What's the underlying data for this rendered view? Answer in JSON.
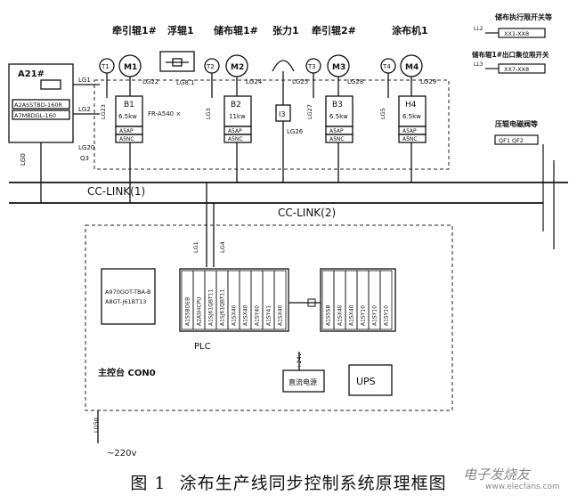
{
  "stations": [
    {
      "label": "牵引辊1#",
      "motor": "M1",
      "sensor": "T1",
      "lg": "LG22",
      "box": "B1",
      "power": "6.5kw",
      "tag": "LG23"
    },
    {
      "label": "浮辊1",
      "lg": "LG8.1"
    },
    {
      "label": "储布辊1#",
      "motor": "M2",
      "sensor": "T2",
      "lg": "LG24",
      "box": "B2",
      "power": "11kw",
      "tag": "LG3"
    },
    {
      "label": "张力1",
      "lg": "LG25",
      "box": "I3",
      "tag": "LG26"
    },
    {
      "label": "牵引辊2#",
      "motor": "M3",
      "sensor": "T3",
      "lg": "LG28",
      "box": "B3",
      "power": "6.5kw",
      "tag": "LG27"
    },
    {
      "label": "涂布机1",
      "motor": "M4",
      "sensor": "T4",
      "lg": "LG29",
      "box": "H4",
      "power": "6.5kw",
      "tag": "LG5"
    }
  ],
  "drive_labels": {
    "a": "A5AP",
    "b": "A5NC"
  },
  "fr_label": "FR-A540 ×",
  "left_box": {
    "title": "A21#",
    "line1": "A2ASSTBD-160R",
    "line2": "A7MBDGL-160",
    "lg1": "LG1",
    "lg2": "LG2",
    "lg0": "LG0",
    "lg20": "LG20",
    "q": "Q3"
  },
  "right_legend": {
    "title1": "储布执行限开关等",
    "item1": "XX1-XX8",
    "l1": "LL2",
    "title2": "储布辊1#出口集位限开关",
    "item2": "XX7-XX8",
    "l2": "LL3",
    "title3": "压辊电磁阀等",
    "item3": "QF1  QF2"
  },
  "buses": {
    "bus1": "CC-LINK(1)",
    "bus2": "CC-LINK(2)"
  },
  "plc": {
    "label": "PLC",
    "cpu_modules": [
      "A1S5BDEB",
      "A2ASHCPU",
      "A1SJ61QBT11",
      "A1SJ61QBT11"
    ],
    "io_modules": [
      "A1SX40",
      "A1SX40",
      "A1SY40",
      "A1SY41",
      "A1SX40"
    ],
    "ext_modules": [
      "A1S5SB",
      "A1SX40",
      "A1SX40",
      "A1SY10",
      "A1SY10",
      "A1SY10"
    ],
    "lg_a": "LG1",
    "lg_b": "LG4"
  },
  "panel": {
    "line1": "A970GOT-TBA-B",
    "line2": "A8GT-J61BT13"
  },
  "console_label": "主控台 CON0",
  "power": {
    "supply": "直流电源",
    "ups": "UPS",
    "v24": "+24v",
    "ac": "~220v",
    "lg": "LG50"
  },
  "caption": {
    "fig": "图 1",
    "text": "涂布生产线同步控制系统原理框图"
  },
  "watermark": {
    "text": "电子发烧友",
    "url": "www.elecfans.com"
  }
}
